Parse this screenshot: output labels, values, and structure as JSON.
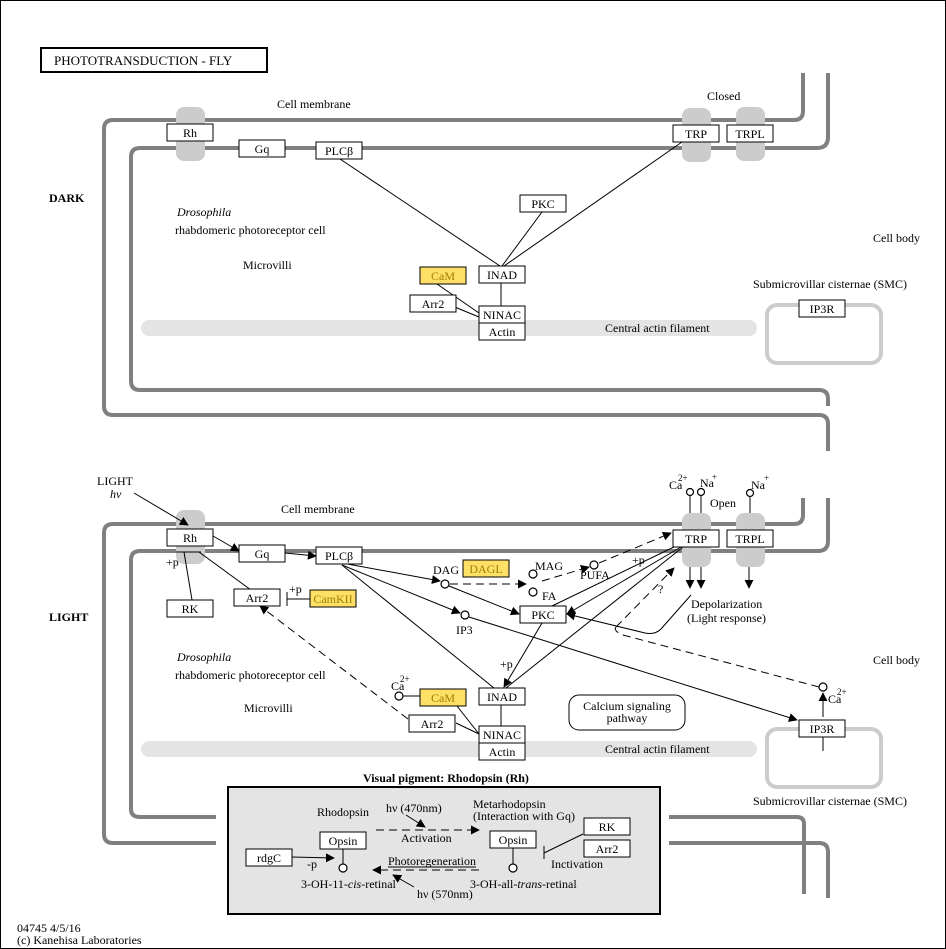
{
  "title": "PHOTOTRANSDUCTION - FLY",
  "footer": {
    "map_id_date": "04745 4/5/16",
    "copyright": "(c) Kanehisa Laboratories"
  },
  "colors": {
    "highlight_fill": "#ffe066",
    "highlight_text": "#a08000",
    "membrane": "#808080",
    "channel": "#cccccc",
    "actin_filament": "#e4e4e4",
    "pigment_panel": "#e4e4e4"
  },
  "dark": {
    "section_label": "DARK",
    "labels": {
      "cell_membrane": "Cell membrane",
      "closed": "Closed",
      "species": "Drosophila",
      "cell_type": "rhabdomeric photoreceptor cell",
      "microvilli": "Microvilli",
      "cell_body": "Cell body",
      "smc": "Submicrovillar cisternae (SMC)",
      "actin_filament": "Central actin filament"
    },
    "nodes": {
      "rh": "Rh",
      "gq": "Gq",
      "plcb": "PLCβ",
      "trp": "TRP",
      "trpl": "TRPL",
      "pkc": "PKC",
      "cam": "CaM",
      "inad": "INAD",
      "arr2": "Arr2",
      "ninac": "NINAC",
      "actin": "Actin",
      "ip3r": "IP3R"
    }
  },
  "light": {
    "section_label": "LIGHT",
    "labels": {
      "light": "LIGHT",
      "hv": "hν",
      "cell_membrane": "Cell membrane",
      "open": "Open",
      "ca": "Ca",
      "ca_charge": "2+",
      "na": "Na",
      "na_charge": "+",
      "species": "Drosophila",
      "cell_type": "rhabdomeric photoreceptor cell",
      "microvilli": "Microvilli",
      "cell_body": "Cell body",
      "smc": "Submicrovillar cisternae (SMC)",
      "actin_filament": "Central actin filament",
      "depolarization": "Depolarization",
      "light_response": "(Light response)",
      "dag": "DAG",
      "mag": "MAG",
      "fa": "FA",
      "pufa": "PUFA",
      "ip3": "IP3",
      "plus_p": "+p",
      "question": "?"
    },
    "nodes": {
      "rh": "Rh",
      "gq": "Gq",
      "plcb": "PLCβ",
      "trp": "TRP",
      "trpl": "TRPL",
      "rk": "RK",
      "arr2": "Arr2",
      "camkii": "CamKII",
      "dagl": "DAGL",
      "pkc": "PKC",
      "cam": "CaM",
      "inad": "INAD",
      "arr2b": "Arr2",
      "ninac": "NINAC",
      "actin": "Actin",
      "ip3r": "IP3R"
    },
    "calcium_pathway": [
      "Calcium signaling",
      "pathway"
    ]
  },
  "pigment": {
    "title": "Visual pigment: Rhodopsin (Rh)",
    "rhodopsin": "Rhodopsin",
    "hv470": "hν (470nm)",
    "activation": "Activation",
    "metarhodopsin": "Metarhodopsin",
    "interaction": "(Interaction with Gq)",
    "opsin": "Opsin",
    "rk": "RK",
    "arr2": "Arr2",
    "rdgc": "rdgC",
    "minus_p": "-p",
    "photoregeneration": "Photoregeneration",
    "inctivation": "Inctivation",
    "cis_retinal_pre": "3-OH-11-",
    "cis_retinal_it": "cis",
    "cis_retinal_post": "-retinal",
    "trans_retinal_pre": "3-OH-all-",
    "trans_retinal_it": "trans",
    "trans_retinal_post": "-retinal",
    "hv570": "hν (570nm)"
  }
}
